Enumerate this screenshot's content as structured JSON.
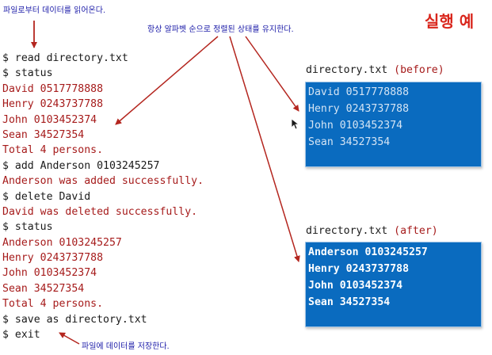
{
  "example_title": "실행 예",
  "annotations": {
    "read_note": "파일로부터 데이터를 읽어온다.",
    "sorted_note": "항상 알파벳 순으로 정렬된 상태를 유지한다.",
    "save_note": "파일에 데이터를 저장한다."
  },
  "terminal": {
    "lines": [
      {
        "kind": "cmd",
        "text": "$ read directory.txt"
      },
      {
        "kind": "cmd",
        "text": "$ status"
      },
      {
        "kind": "out",
        "text": "David 0517778888"
      },
      {
        "kind": "out",
        "text": "Henry 0243737788"
      },
      {
        "kind": "out",
        "text": "John 0103452374"
      },
      {
        "kind": "out",
        "text": "Sean 34527354"
      },
      {
        "kind": "out",
        "text": "Total 4 persons."
      },
      {
        "kind": "cmd",
        "text": "$ add Anderson 0103245257"
      },
      {
        "kind": "out",
        "text": "Anderson was added successfully."
      },
      {
        "kind": "cmd",
        "text": "$ delete David"
      },
      {
        "kind": "out",
        "text": "David was deleted successfully."
      },
      {
        "kind": "cmd",
        "text": "$ status"
      },
      {
        "kind": "out",
        "text": "Anderson 0103245257"
      },
      {
        "kind": "out",
        "text": "Henry 0243737788"
      },
      {
        "kind": "out",
        "text": "John 0103452374"
      },
      {
        "kind": "out",
        "text": "Sean 34527354"
      },
      {
        "kind": "out",
        "text": "Total 4 persons."
      },
      {
        "kind": "cmd",
        "text": "$ save as directory.txt"
      },
      {
        "kind": "cmd",
        "text": "$ exit"
      }
    ]
  },
  "file_before": {
    "filename": "directory.txt",
    "tag": "(before)",
    "entries": [
      "David 0517778888",
      "Henry 0243737788",
      "John 0103452374",
      "Sean 34527354"
    ]
  },
  "file_after": {
    "filename": "directory.txt",
    "tag": "(after)",
    "entries": [
      "Anderson 0103245257",
      "Henry 0243737788",
      "John 0103452374",
      "Sean 34527354"
    ]
  },
  "colors": {
    "command_text": "#1a1a1a",
    "output_text": "#a61b1b",
    "annotation_text": "#1b1ba8",
    "title_text": "#d9261c",
    "arrow": "#b4261f",
    "panel_background": "#0a6bbf"
  },
  "icons": {
    "pointer": "mouse-pointer-icon"
  }
}
